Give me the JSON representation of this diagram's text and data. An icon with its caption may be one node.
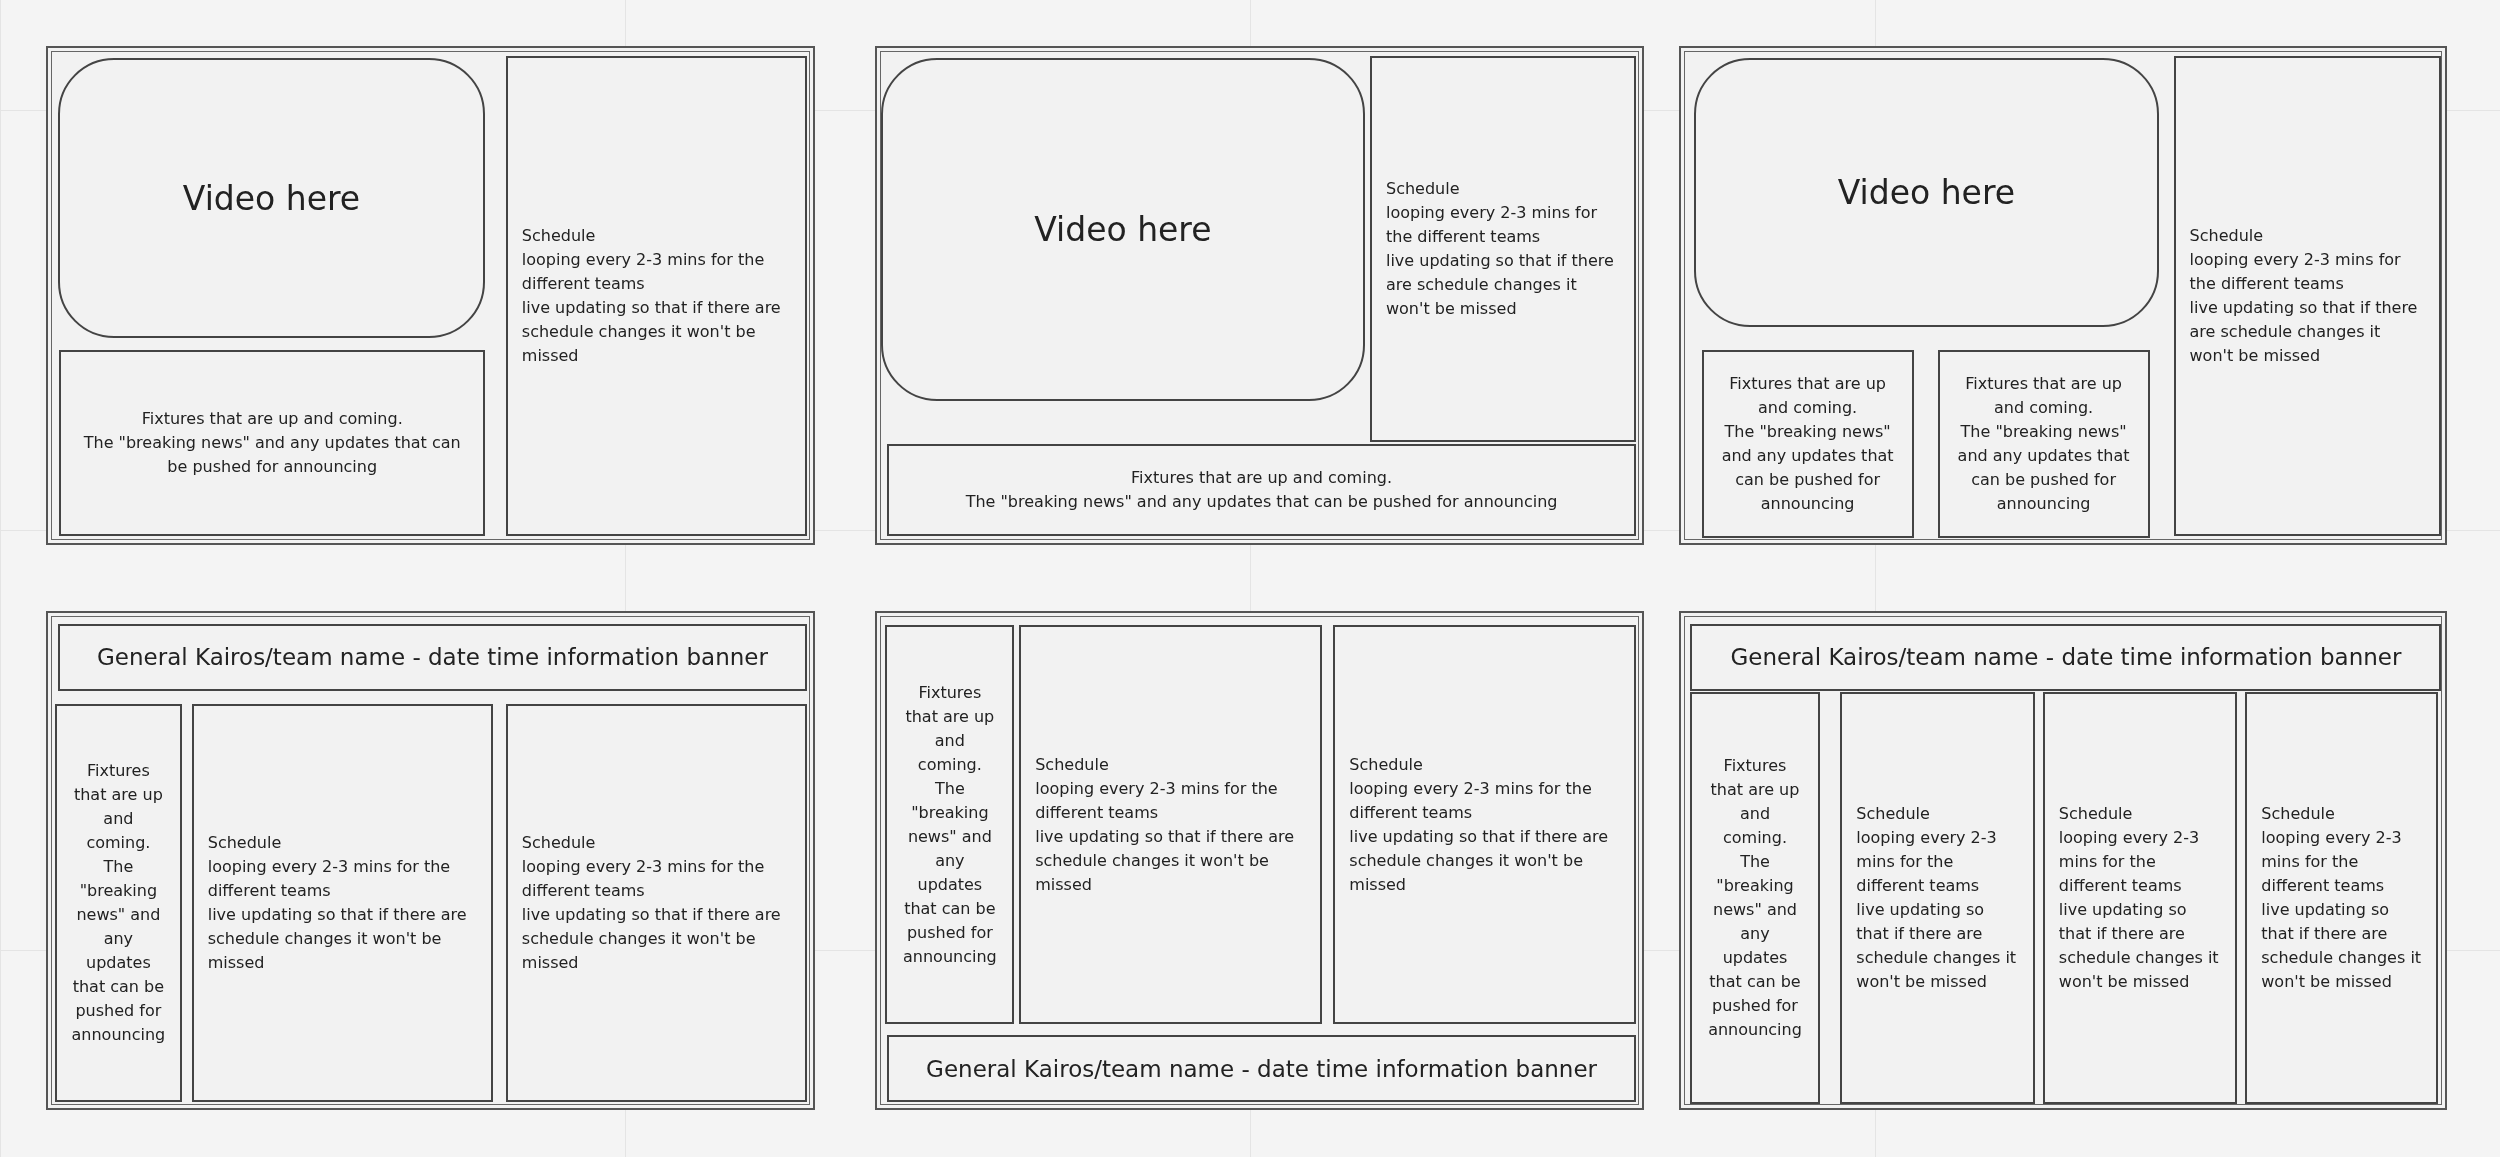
{
  "diagram": {
    "nodes": [
      {
        "text": [],
        "shape": "box"
      },
      {
        "text": [
          "Video here"
        ],
        "in": 0
      },
      {
        "text": [
          "Fixtures that are up and coming.",
          "The \"breaking news\" and any updates that can be pushed for announcing"
        ],
        "in": 0
      },
      {
        "text": [
          "Schedule",
          "looping every 2-3 mins for the different teams",
          "live updating so that if there are schedule changes it won't be missed"
        ],
        "in": 0
      },
      {
        "text": [],
        "shape": "box"
      },
      {
        "text": [
          "Video here"
        ],
        "in": 4
      },
      {
        "text": [
          "Schedule",
          "looping every 2-3 mins for the different teams",
          "live updating so that if there are schedule changes it won't be missed"
        ],
        "in": 4
      },
      {
        "text": [
          "Fixtures that are up and coming.",
          "The \"breaking news\" and any updates that can be pushed for announcing"
        ],
        "in": 4
      },
      {
        "text": [],
        "shape": "box"
      },
      {
        "text": [
          "Video here"
        ],
        "in": 8
      },
      {
        "text": [
          "Fixtures that are up and coming.",
          "The \"breaking news\" and any updates that can be pushed for announcing"
        ],
        "in": 8
      },
      {
        "text": [
          "Fixtures that are up and coming.",
          "The \"breaking news\" and any updates that can be pushed for announcing"
        ],
        "in": 8
      },
      {
        "text": [
          "Schedule",
          "looping every 2-3 mins for the different teams",
          "live updating so that if there are schedule changes it won't be missed"
        ],
        "in": 8
      },
      {
        "text": [],
        "shape": "box"
      },
      {
        "text": [
          "General Kairos/team name - date time information banner"
        ],
        "in": 13
      },
      {
        "text": [
          "Fixtures that are up and coming.",
          "The \"breaking news\" and any updates that can be pushed for announcing"
        ],
        "in": 13
      },
      {
        "text": [
          "Schedule",
          "looping every 2-3 mins for the different teams",
          "live updating so that if there are schedule changes it won't be missed"
        ],
        "in": 13
      },
      {
        "text": [
          "Schedule",
          "looping every 2-3 mins for the different teams",
          "live updating so that if there are schedule changes it won't be missed"
        ],
        "in": 13
      },
      {
        "text": [],
        "shape": "box"
      },
      {
        "text": [
          "Fixtures that are up and coming.",
          "The \"breaking news\" and any updates that can be pushed for announcing"
        ],
        "in": 18
      },
      {
        "text": [
          "Schedule",
          "looping every 2-3 mins for the different teams",
          "live updating so that if there are schedule changes it won't be missed"
        ],
        "in": 18
      },
      {
        "text": [
          "Schedule",
          "looping every 2-3 mins for the different teams",
          "live updating so that if there are schedule changes it won't be missed"
        ],
        "in": 18
      },
      {
        "text": [
          "General Kairos/team name - date time information banner"
        ],
        "in": 18
      },
      {
        "text": [],
        "shape": "box"
      },
      {
        "text": [
          "General Kairos/team name - date time information banner"
        ],
        "in": 23
      },
      {
        "text": [
          "Fixtures that are up and coming.",
          "The \"breaking news\" and any updates that can be pushed for announcing"
        ],
        "in": 23
      },
      {
        "text": [
          "Schedule",
          "looping every 2-3 mins for the different teams",
          "live updating so that if there are schedule changes it won't be missed"
        ],
        "in": 23
      },
      {
        "text": [
          "Schedule",
          "looping every 2-3 mins for the different teams",
          "live updating so that if there are schedule changes it won't be missed"
        ],
        "in": 23
      },
      {
        "text": [
          "Schedule",
          "looping every 2-3 mins for the different teams",
          "live updating so that if there are schedule changes it won't be missed"
        ],
        "in": 23
      }
    ],
    "edges": []
  }
}
